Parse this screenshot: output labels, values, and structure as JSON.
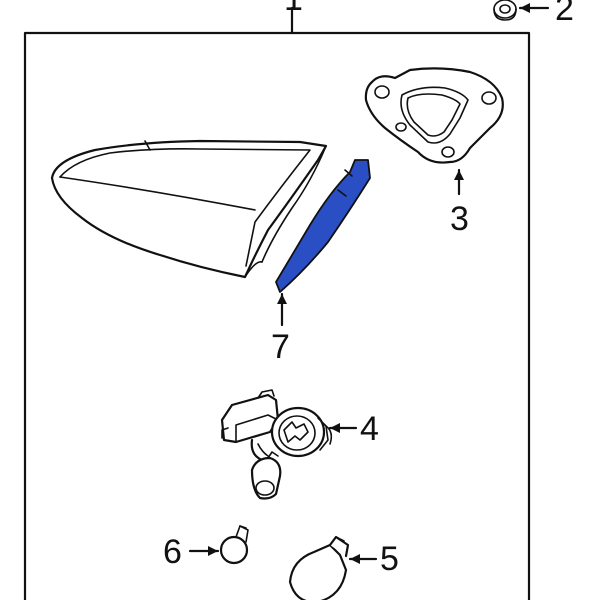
{
  "colors": {
    "line": "#111111",
    "highlight": "#2a4fc4",
    "background": "#ffffff"
  },
  "callouts": [
    {
      "id": "1",
      "label": "1"
    },
    {
      "id": "2",
      "label": "2"
    },
    {
      "id": "3",
      "label": "3"
    },
    {
      "id": "4",
      "label": "4"
    },
    {
      "id": "5",
      "label": "5"
    },
    {
      "id": "6",
      "label": "6"
    },
    {
      "id": "7",
      "label": "7"
    }
  ]
}
